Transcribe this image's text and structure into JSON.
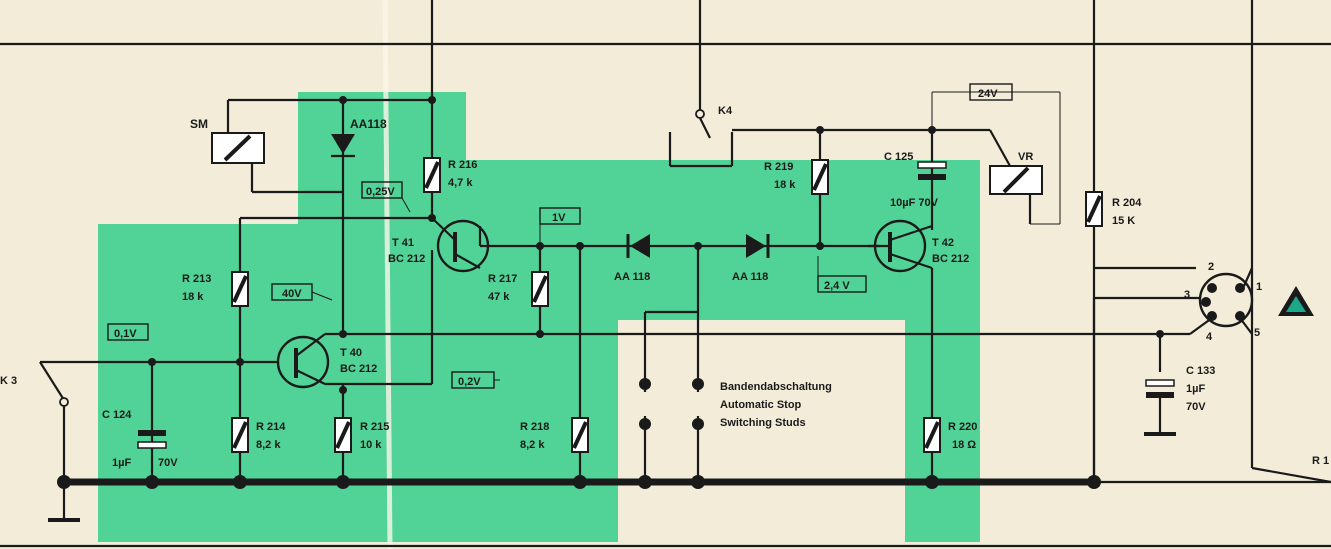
{
  "colors": {
    "paper": "#f2ecd9",
    "highlight": "#3fcf8e",
    "ink": "#1a1a1a",
    "warning_triangle": "#1ba88a"
  },
  "labels": {
    "sm": "SM",
    "aa118_top": "AA118",
    "k4": "K4",
    "k3": "K 3",
    "vr": "VR",
    "r1_partial": "R 1"
  },
  "voltages": {
    "v_24": "24V",
    "v_025": "0,25V",
    "v_1": "1V",
    "v_40": "40V",
    "v_01": "0,1V",
    "v_02": "0,2V",
    "v_24b": "2,4 V"
  },
  "resistors": {
    "r216": {
      "name": "R 216",
      "value": "4,7 k"
    },
    "r219": {
      "name": "R 219",
      "value": "18 k"
    },
    "r204": {
      "name": "R 204",
      "value": "15 K"
    },
    "r213": {
      "name": "R 213",
      "value": "18 k"
    },
    "r217": {
      "name": "R 217",
      "value": "47 k"
    },
    "r214": {
      "name": "R 214",
      "value": "8,2 k"
    },
    "r215": {
      "name": "R 215",
      "value": "10 k"
    },
    "r218": {
      "name": "R 218",
      "value": "8,2 k"
    },
    "r220": {
      "name": "R 220",
      "value": "18 Ω"
    }
  },
  "capacitors": {
    "c125": {
      "name": "C 125",
      "value": "10µF  70V"
    },
    "c124": {
      "name": "C 124",
      "value1": "1µF",
      "value2": "70V"
    },
    "c133": {
      "name": "C 133",
      "value1": "1µF",
      "value2": "70V"
    }
  },
  "transistors": {
    "t41": {
      "name": "T 41",
      "type": "BC 212"
    },
    "t40": {
      "name": "T 40",
      "type": "BC 212"
    },
    "t42": {
      "name": "T 42",
      "type": "BC 212"
    }
  },
  "diodes": {
    "d_left": "AA 118",
    "d_right": "AA 118"
  },
  "connector": {
    "pins": [
      "2",
      "1",
      "3",
      "4",
      "5"
    ]
  },
  "studs_text": {
    "line1": "Bandendabschaltung",
    "line2": "Automatic  Stop",
    "line3": "Switching  Studs"
  }
}
